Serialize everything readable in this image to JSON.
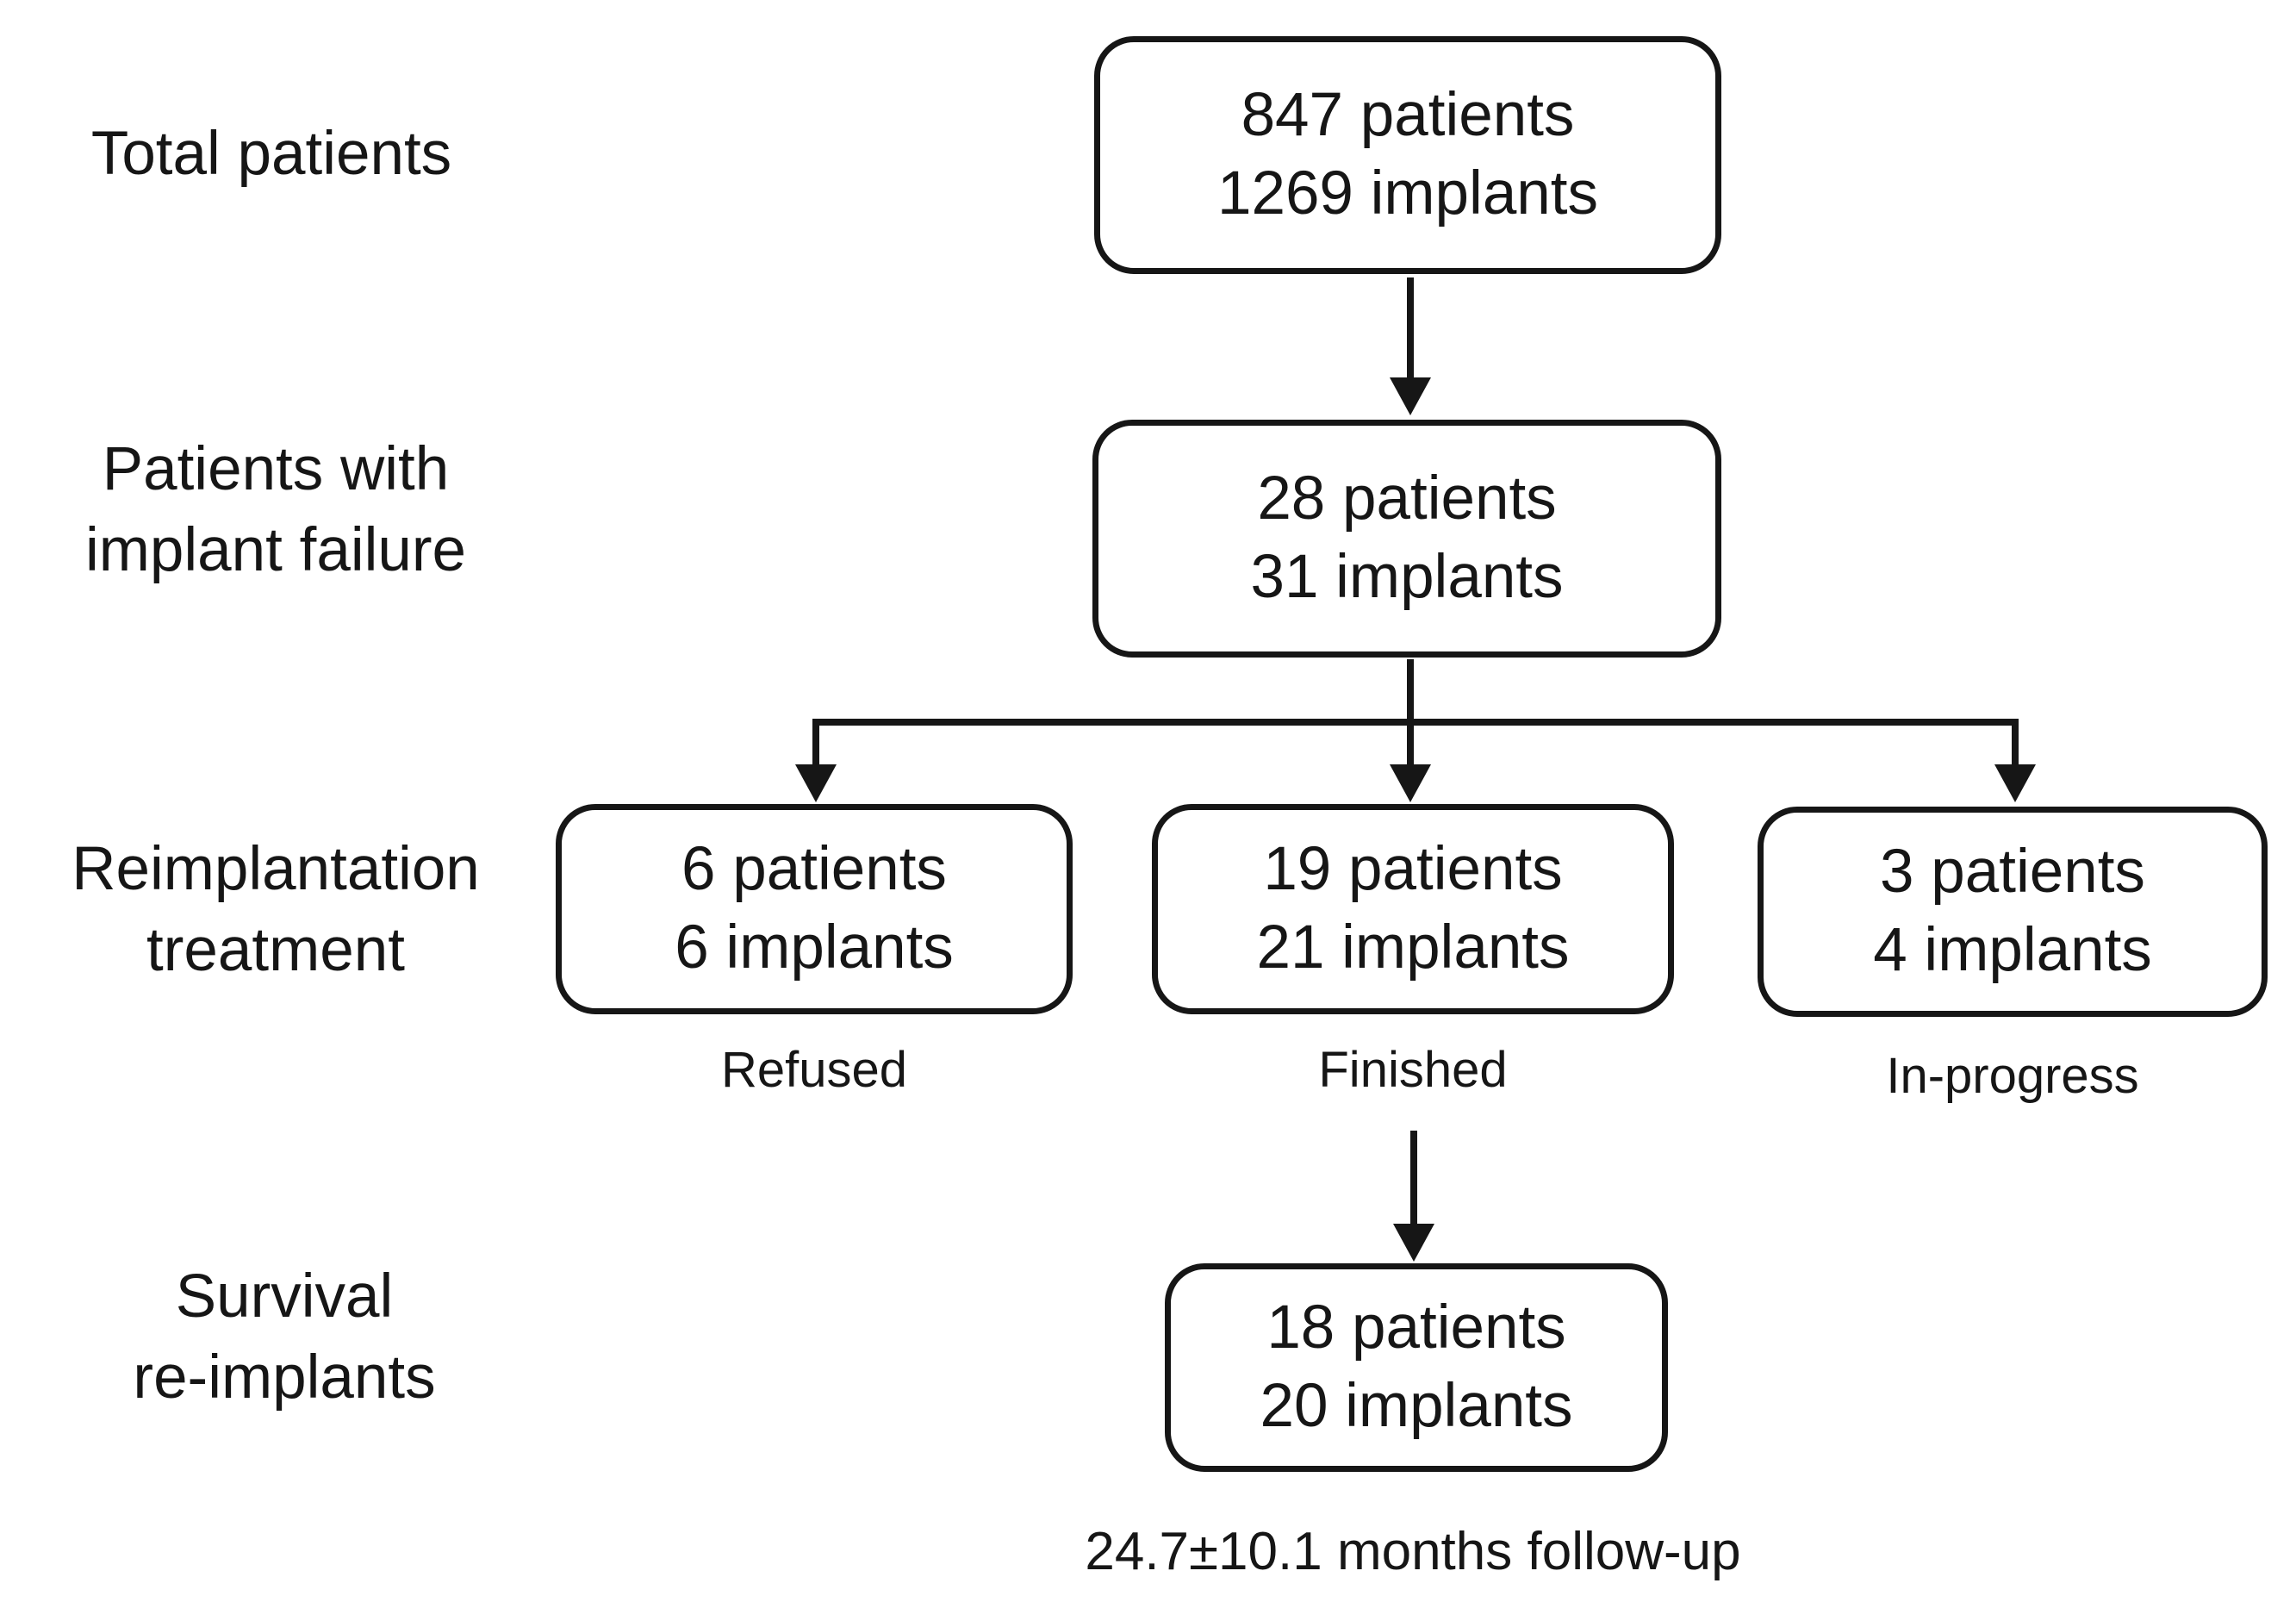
{
  "colors": {
    "ink": "#161616",
    "background": "#ffffff"
  },
  "row_labels": {
    "total": [
      "Total patients"
    ],
    "failure": [
      "Patients with",
      "implant failure"
    ],
    "reimplantation": [
      "Reimplantation",
      "treatment"
    ],
    "survival": [
      "Survival",
      "re-implants"
    ]
  },
  "boxes": {
    "total": {
      "line1": "847 patients",
      "line2": "1269 implants"
    },
    "failure": {
      "line1": "28 patients",
      "line2": "31 implants"
    },
    "refused": {
      "line1": "6 patients",
      "line2": "6 implants"
    },
    "finished": {
      "line1": "19 patients",
      "line2": "21 implants"
    },
    "in_progress": {
      "line1": "3 patients",
      "line2": "4 implants"
    },
    "survival": {
      "line1": "18 patients",
      "line2": "20 implants"
    }
  },
  "captions": {
    "refused": "Refused",
    "finished": "Finished",
    "in_progress": "In-progress"
  },
  "footnote": "24.7±10.1 months follow-up"
}
